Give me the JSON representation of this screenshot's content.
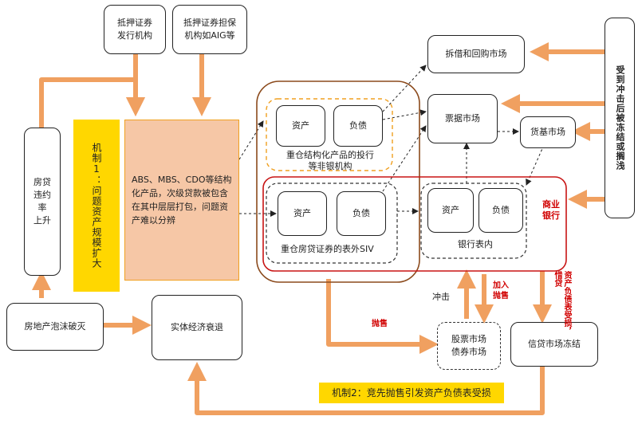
{
  "nodes": {
    "abs_issuer": "抵押证券\n发行机构",
    "guarantor": "抵押证券担保\n机构如AIG等",
    "repo_market": "拆借和回购市场",
    "bill_market": "票据市场",
    "mmf_market": "货基市场",
    "frozen": "受到冲击后被冻结或搁浅",
    "mortgage_default": "房贷\n违约\n率\n上升",
    "mechanism1": "机制1：问题资产规模扩大",
    "abs_text": "ABS、MBS、CDO等结构化产品，次级贷款被包含在其中层层打包，问题资产难以分辨",
    "asset": "资产",
    "liability": "负债",
    "ib_label": "重仓结构化产品的投行\n等非银机构",
    "siv_label": "重仓房贷证券的表外SIV",
    "bank_label": "银行表内",
    "commercial_bank": "商业\n银行",
    "housing_bubble": "房地产泡沫破灭",
    "real_economy": "实体经济衰退",
    "stock_bond": "股票市场\n债券市场",
    "credit_freeze": "信贷市场冻结",
    "mechanism2": "机制2：竞先抛售引发资产负债表受损"
  },
  "labels": {
    "shock": "冲击",
    "add_sell": "加入\n抛售",
    "dump": "抛售",
    "damage": "资产负债表受损，惜贷"
  },
  "colors": {
    "arrow_orange": "#f0a060",
    "highlight_yellow": "#ffd700",
    "peach_fill": "#f6c7a6",
    "brown_border": "#8b4a1c",
    "red_border": "#c81414",
    "orange_dash": "#f0a020"
  }
}
